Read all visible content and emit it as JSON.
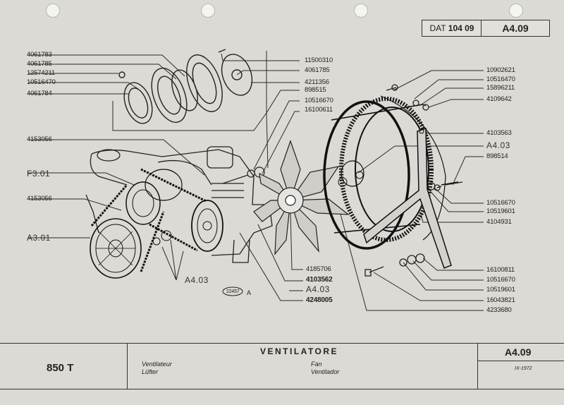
{
  "header": {
    "dat_label": "DAT",
    "dat_number": "104 09",
    "sheet_code": "A4.09"
  },
  "part_labels": {
    "l1": "4061783",
    "l2": "4061785",
    "l3": "12574211",
    "l4": "10516470",
    "l5": "4061784",
    "l6": "4153056",
    "l7": "4153056",
    "r1": "11500310",
    "r2": "4061785",
    "r3": "4211356",
    "r4": "898515",
    "r5": "10516670",
    "r6": "16100611",
    "f1": "10902621",
    "f2": "10516470",
    "f3": "15896211",
    "f4": "4109642",
    "f5": "4103563",
    "f6": "898514",
    "f7": "10516670",
    "f8": "10519601",
    "f9": "4104931",
    "b1": "4185706",
    "b2": "4103562",
    "b3": "4248005",
    "s1": "16100811",
    "s2": "10516670",
    "s3": "10519601",
    "s4": "16043821",
    "s5": "4233680"
  },
  "cross_refs": {
    "f301": "F3.01",
    "a301": "A3.01",
    "a403_top": "A4.03",
    "a403_left": "A4.03",
    "a403_bottom": "A4.03"
  },
  "drawing_number": "22457",
  "drawing_suffix": "A",
  "footer": {
    "model": "850 T",
    "lang_fr": "Ventilateur",
    "lang_de": "Lüfter",
    "title": "VENTILATORE",
    "lang_en": "Fan",
    "lang_es": "Ventilador",
    "code": "A4.09",
    "date": "IX-1972"
  }
}
